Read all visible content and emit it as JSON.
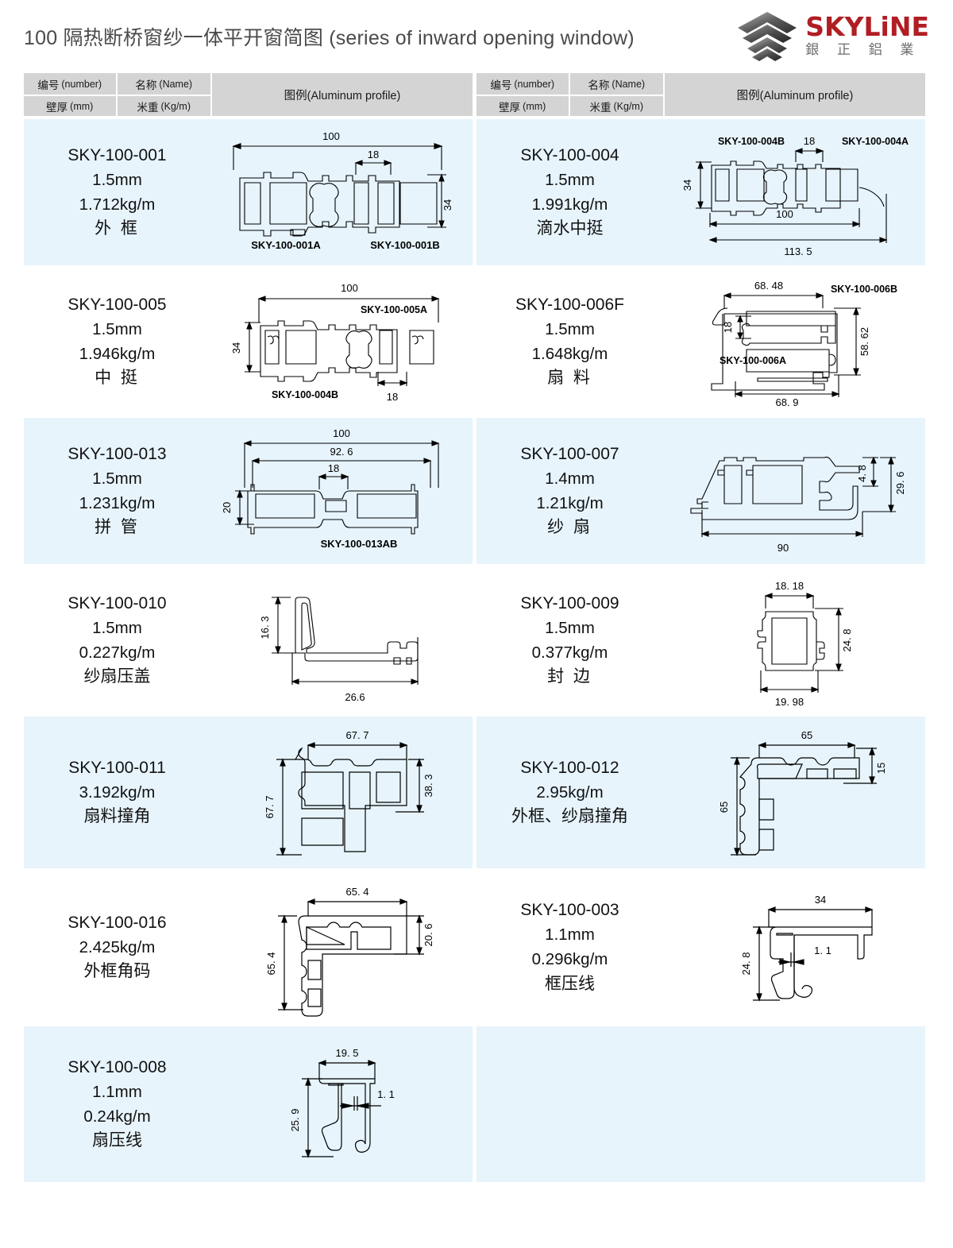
{
  "header": {
    "title_number": "100",
    "title_cn": "隔热断桥窗纱一体平开窗简图",
    "title_en": "(series of inward opening window)",
    "title_full": "100 隔热断桥窗纱一体平开窗简图 (series of inward opening window)",
    "logo": {
      "brand_en": "SKYLiNE",
      "brand_cn": "銀 正 鋁 業",
      "mark_name": "skyline-chevron-logo",
      "brand_color": "#b01e24",
      "mark_color": "#6d6d6d"
    }
  },
  "table_headers": {
    "number_cn": "编号",
    "number_en": "(number)",
    "name_cn": "名称",
    "name_en": "(Name)",
    "thickness_cn": "壁厚",
    "thickness_en": "(mm)",
    "weight_cn": "米重",
    "weight_en": "(Kg/m)",
    "figure_cn": "图例",
    "figure_en": "(Aluminum profile)",
    "figure_full": "图例(Aluminum profile)"
  },
  "colors": {
    "header_band": "#d4d4d4",
    "cell_tint": "#e7f4fc",
    "cell_plain": "#ffffff",
    "line": "#000000"
  },
  "products": [
    {
      "number": "SKY-100-001",
      "thickness": "1.5mm",
      "weight": "1.712kg/m",
      "name": "外 框",
      "tint": true,
      "column": "left",
      "row": 1,
      "figure": {
        "type": "frame-section",
        "dims": [
          "100",
          "18",
          "34"
        ],
        "part_labels": [
          "SKY-100-001A",
          "SKY-100-001B"
        ]
      }
    },
    {
      "number": "SKY-100-004",
      "thickness": "1.5mm",
      "weight": "1.991kg/m",
      "name": "滴水中挺",
      "tint": true,
      "column": "right",
      "row": 1,
      "figure": {
        "type": "drip-mullion-section",
        "dims": [
          "18",
          "34",
          "100",
          "113.5"
        ],
        "part_labels": [
          "SKY-100-004B",
          "SKY-100-004A"
        ]
      }
    },
    {
      "number": "SKY-100-005",
      "thickness": "1.5mm",
      "weight": "1.946kg/m",
      "name": "中 挺",
      "tint": false,
      "column": "left",
      "row": 2,
      "figure": {
        "type": "mullion-section",
        "dims": [
          "100",
          "34",
          "18"
        ],
        "part_labels": [
          "SKY-100-005A",
          "SKY-100-004B"
        ]
      }
    },
    {
      "number": "SKY-100-006F",
      "thickness": "1.5mm",
      "weight": "1.648kg/m",
      "name": "扇 料",
      "tint": false,
      "column": "right",
      "row": 2,
      "figure": {
        "type": "sash-section",
        "dims": [
          "68.48",
          "18",
          "58.62",
          "68.9"
        ],
        "part_labels": [
          "SKY-100-006B",
          "SKY-100-006A"
        ]
      }
    },
    {
      "number": "SKY-100-013",
      "thickness": "1.5mm",
      "weight": "1.231kg/m",
      "name": "拼 管",
      "tint": true,
      "column": "left",
      "row": 3,
      "figure": {
        "type": "coupling-tube-section",
        "dims": [
          "100",
          "92.6",
          "18",
          "20"
        ],
        "part_labels": [
          "SKY-100-013AB"
        ]
      }
    },
    {
      "number": "SKY-100-007",
      "thickness": "1.4mm",
      "weight": "1.21kg/m",
      "name": "纱 扇",
      "tint": true,
      "column": "right",
      "row": 3,
      "figure": {
        "type": "screen-sash-section",
        "dims": [
          "4.8",
          "29.6",
          "90"
        ],
        "part_labels": []
      }
    },
    {
      "number": "SKY-100-010",
      "thickness": "1.5mm",
      "weight": "0.227kg/m",
      "name": "纱扇压盖",
      "tint": false,
      "column": "left",
      "row": 4,
      "figure": {
        "type": "screen-cover-section",
        "dims": [
          "16.3",
          "26.6"
        ],
        "part_labels": []
      }
    },
    {
      "number": "SKY-100-009",
      "thickness": "1.5mm",
      "weight": "0.377kg/m",
      "name": "封 边",
      "tint": false,
      "column": "right",
      "row": 4,
      "figure": {
        "type": "edge-seal-section",
        "dims": [
          "18.18",
          "24.8",
          "19.98"
        ],
        "part_labels": []
      }
    },
    {
      "number": "SKY-100-011",
      "thickness": "",
      "weight": "3.192kg/m",
      "name": "扇料撞角",
      "tint": true,
      "column": "left",
      "row": 5,
      "figure": {
        "type": "sash-corner-section",
        "dims": [
          "67.7",
          "67.7",
          "38.3"
        ],
        "part_labels": []
      }
    },
    {
      "number": "SKY-100-012",
      "thickness": "",
      "weight": "2.95kg/m",
      "name": "外框、纱扇撞角",
      "tint": true,
      "column": "right",
      "row": 5,
      "figure": {
        "type": "frame-screen-corner-section",
        "dims": [
          "65",
          "65",
          "15"
        ],
        "part_labels": []
      }
    },
    {
      "number": "SKY-100-016",
      "thickness": "",
      "weight": "2.425kg/m",
      "name": "外框角码",
      "tint": false,
      "column": "left",
      "row": 6,
      "figure": {
        "type": "frame-corner-key-section",
        "dims": [
          "65.4",
          "65.4",
          "20.6"
        ],
        "part_labels": []
      }
    },
    {
      "number": "SKY-100-003",
      "thickness": "1.1mm",
      "weight": "0.296kg/m",
      "name": "框压线",
      "tint": false,
      "column": "right",
      "row": 6,
      "figure": {
        "type": "frame-bead-section",
        "dims": [
          "34",
          "24.8",
          "1.1"
        ],
        "part_labels": []
      }
    },
    {
      "number": "SKY-100-008",
      "thickness": "1.1mm",
      "weight": "0.24kg/m",
      "name": "扇压线",
      "tint": true,
      "column": "left",
      "row": 7,
      "figure": {
        "type": "sash-bead-section",
        "dims": [
          "19.5",
          "25.9",
          "1.1"
        ],
        "part_labels": []
      }
    }
  ],
  "empty_cells": {
    "row": 7,
    "column": "right",
    "count": 2,
    "tint": true
  }
}
